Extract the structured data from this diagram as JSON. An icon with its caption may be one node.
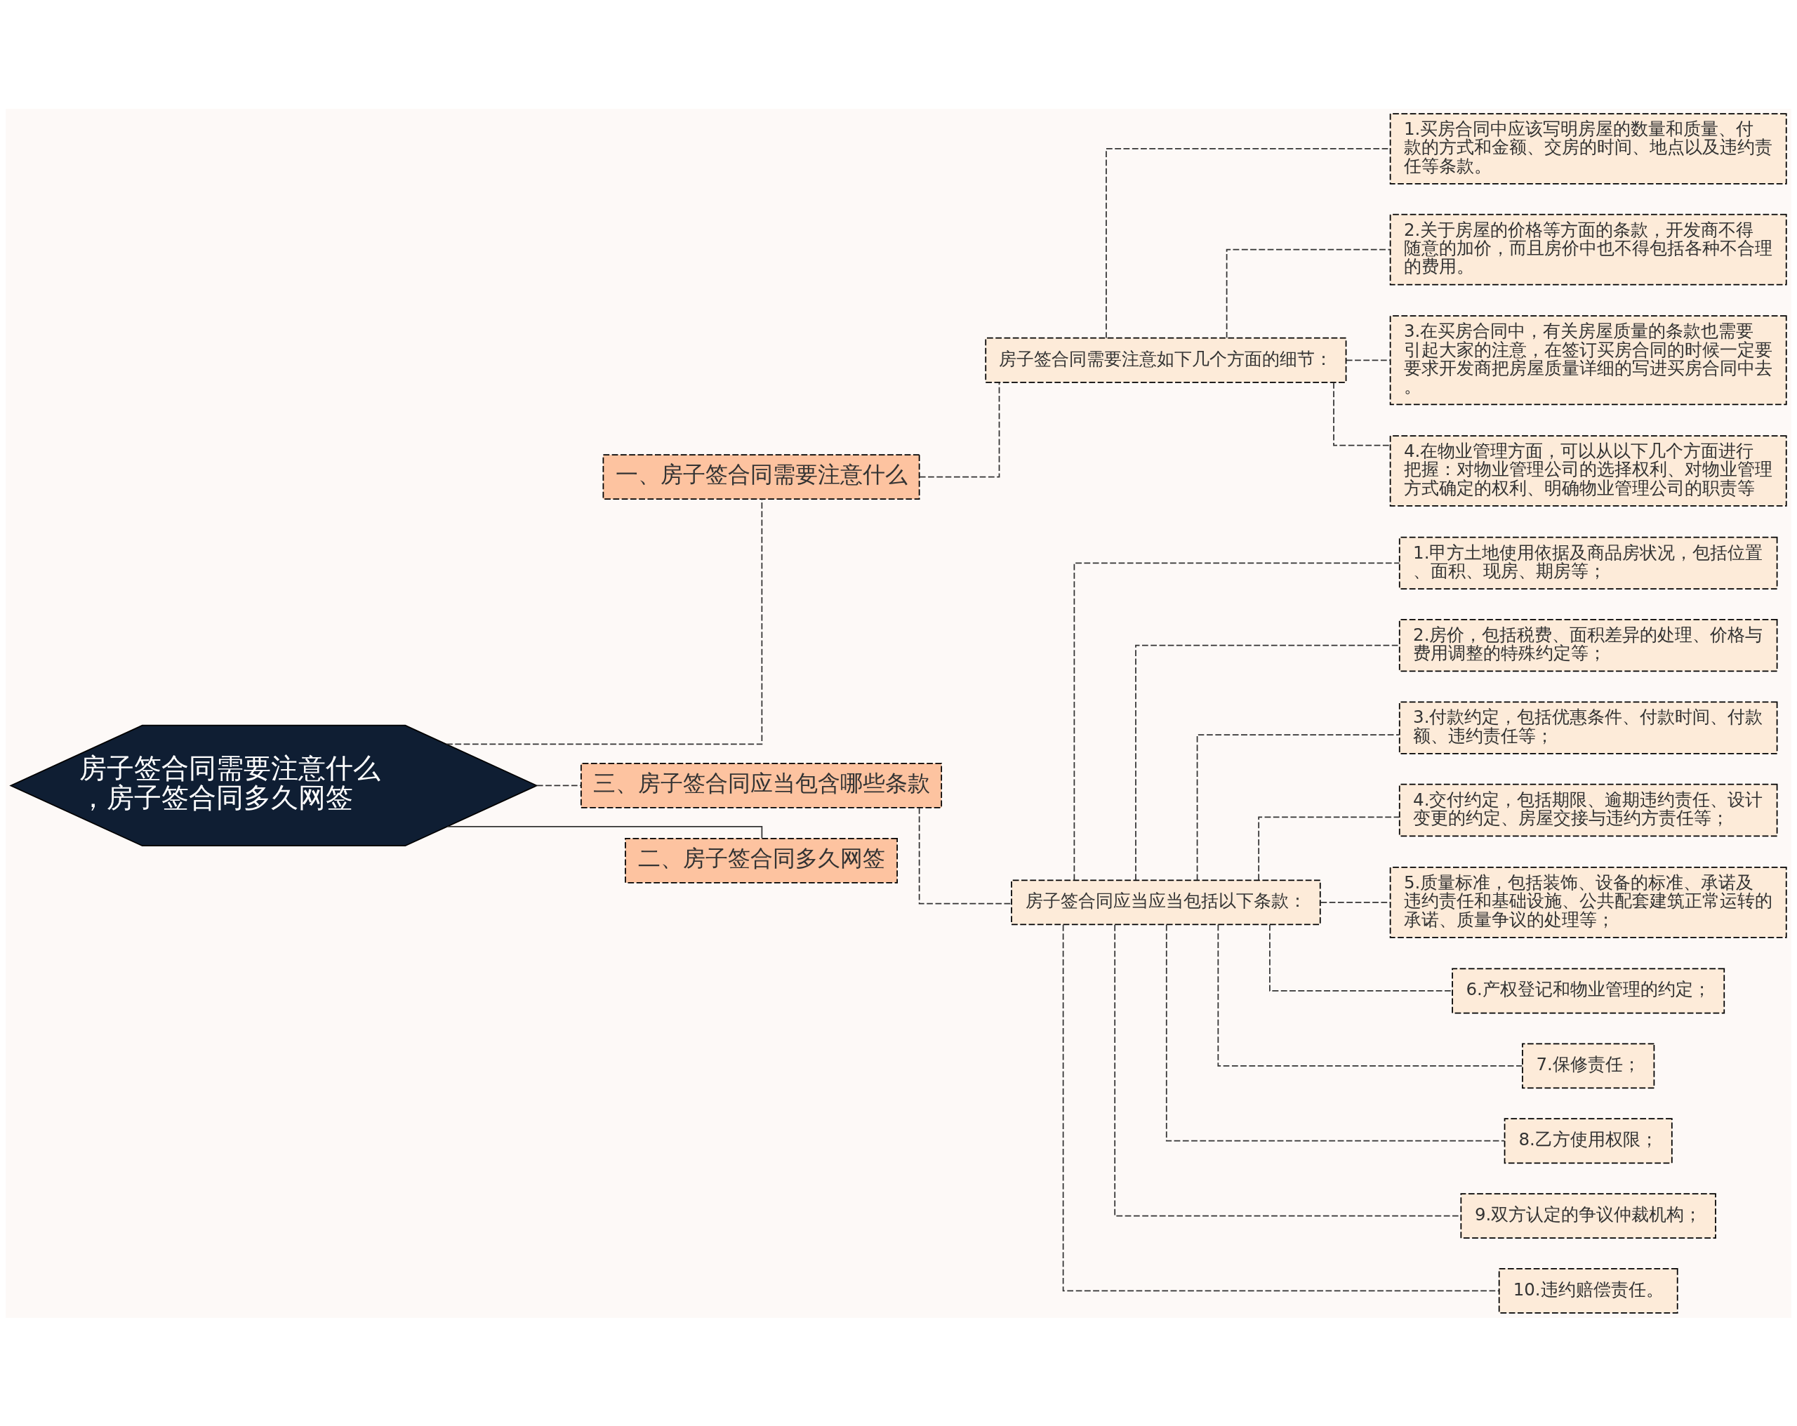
{
  "diagram": {
    "nodes": [
      {
        "text": [
          "房子签合同需要注意什么，房子签合同多久网签"
        ]
      },
      {
        "text": [
          "一、房子签合同需要注意什么"
        ]
      },
      {
        "text": [
          "房子签合同需要注意如下几个方面的细节："
        ]
      },
      {
        "text": [
          "1.买房合同中应该写明房屋的数量和质量、付款的方式和金额、交房的时间、地点以及违约责任等条款。"
        ]
      },
      {
        "text": [
          "2.关于房屋的价格等方面的条款，开发商不得随意的加价，而且房价中也不得包括各种不合理的费用。"
        ]
      },
      {
        "text": [
          "3.在买房合同中，有关房屋质量的条款也需要引起大家的注意，在签订买房合同的时候一定要要求开发商把房屋质量详细的写进买房合同中去。"
        ]
      },
      {
        "text": [
          "4.在物业管理方面，可以从以下几个方面进行把握：对物业管理公司的选择权利、对物业管理方式确定的权利、明确物业管理公司的职责等"
        ]
      },
      {
        "text": [
          "三、房子签合同应当包含哪些条款"
        ]
      },
      {
        "text": [
          "房子签合同应当应当包括以下条款："
        ]
      },
      {
        "text": [
          "1.甲方土地使用依据及商品房状况，包括位置、面积、现房、期房等；"
        ]
      },
      {
        "text": [
          "2.房价，包括税费、面积差异的处理、价格与费用调整的特殊约定等；"
        ]
      },
      {
        "text": [
          "3.付款约定，包括优惠条件、付款时间、付款额、违约责任等；"
        ]
      },
      {
        "text": [
          "4.交付约定，包括期限、逾期违约责任、设计变更的约定、房屋交接与违约方责任等；"
        ]
      },
      {
        "text": [
          "5.质量标准，包括装饰、设备的标准、承诺及违约责任和基础设施、公共配套建筑正常运转的承诺、质量争议的处理等；"
        ]
      },
      {
        "text": [
          "6.产权登记和物业管理的约定；"
        ]
      },
      {
        "text": [
          "7.保修责任；"
        ]
      },
      {
        "text": [
          "8.乙方使用权限；"
        ]
      },
      {
        "text": [
          "9.双方认定的争议仲裁机构；"
        ]
      },
      {
        "text": [
          "10.违约赔偿责任。"
        ]
      },
      {
        "text": [
          "二、房子签合同多久网签"
        ]
      }
    ],
    "edges": [
      {
        "from": 0,
        "to": 1,
        "arrow": "none",
        "style": "dashed"
      },
      {
        "from": 1,
        "to": 2,
        "arrow": "none",
        "style": "dashed"
      },
      {
        "from": 2,
        "to": 3,
        "arrow": "none",
        "style": "dashed"
      },
      {
        "from": 2,
        "to": 4,
        "arrow": "none",
        "style": "dashed"
      },
      {
        "from": 2,
        "to": 5,
        "arrow": "none",
        "style": "dashed"
      },
      {
        "from": 2,
        "to": 6,
        "arrow": "none",
        "style": "dashed"
      },
      {
        "from": 0,
        "to": 7,
        "arrow": "none",
        "style": "dashed"
      },
      {
        "from": 7,
        "to": 8,
        "arrow": "none",
        "style": "dashed"
      },
      {
        "from": 8,
        "to": 9,
        "arrow": "none",
        "style": "dashed"
      },
      {
        "from": 8,
        "to": 10,
        "arrow": "none",
        "style": "dashed"
      },
      {
        "from": 8,
        "to": 11,
        "arrow": "none",
        "style": "dashed"
      },
      {
        "from": 8,
        "to": 12,
        "arrow": "none",
        "style": "dashed"
      },
      {
        "from": 8,
        "to": 13,
        "arrow": "none",
        "style": "dashed"
      },
      {
        "from": 8,
        "to": 14,
        "arrow": "none",
        "style": "dashed"
      },
      {
        "from": 8,
        "to": 15,
        "arrow": "none",
        "style": "dashed"
      },
      {
        "from": 8,
        "to": 16,
        "arrow": "none",
        "style": "dashed"
      },
      {
        "from": 8,
        "to": 17,
        "arrow": "none",
        "style": "dashed"
      },
      {
        "from": 8,
        "to": 18,
        "arrow": "none",
        "style": "dashed"
      },
      {
        "from": 0,
        "to": 19,
        "arrow": "none"
      }
    ]
  }
}
